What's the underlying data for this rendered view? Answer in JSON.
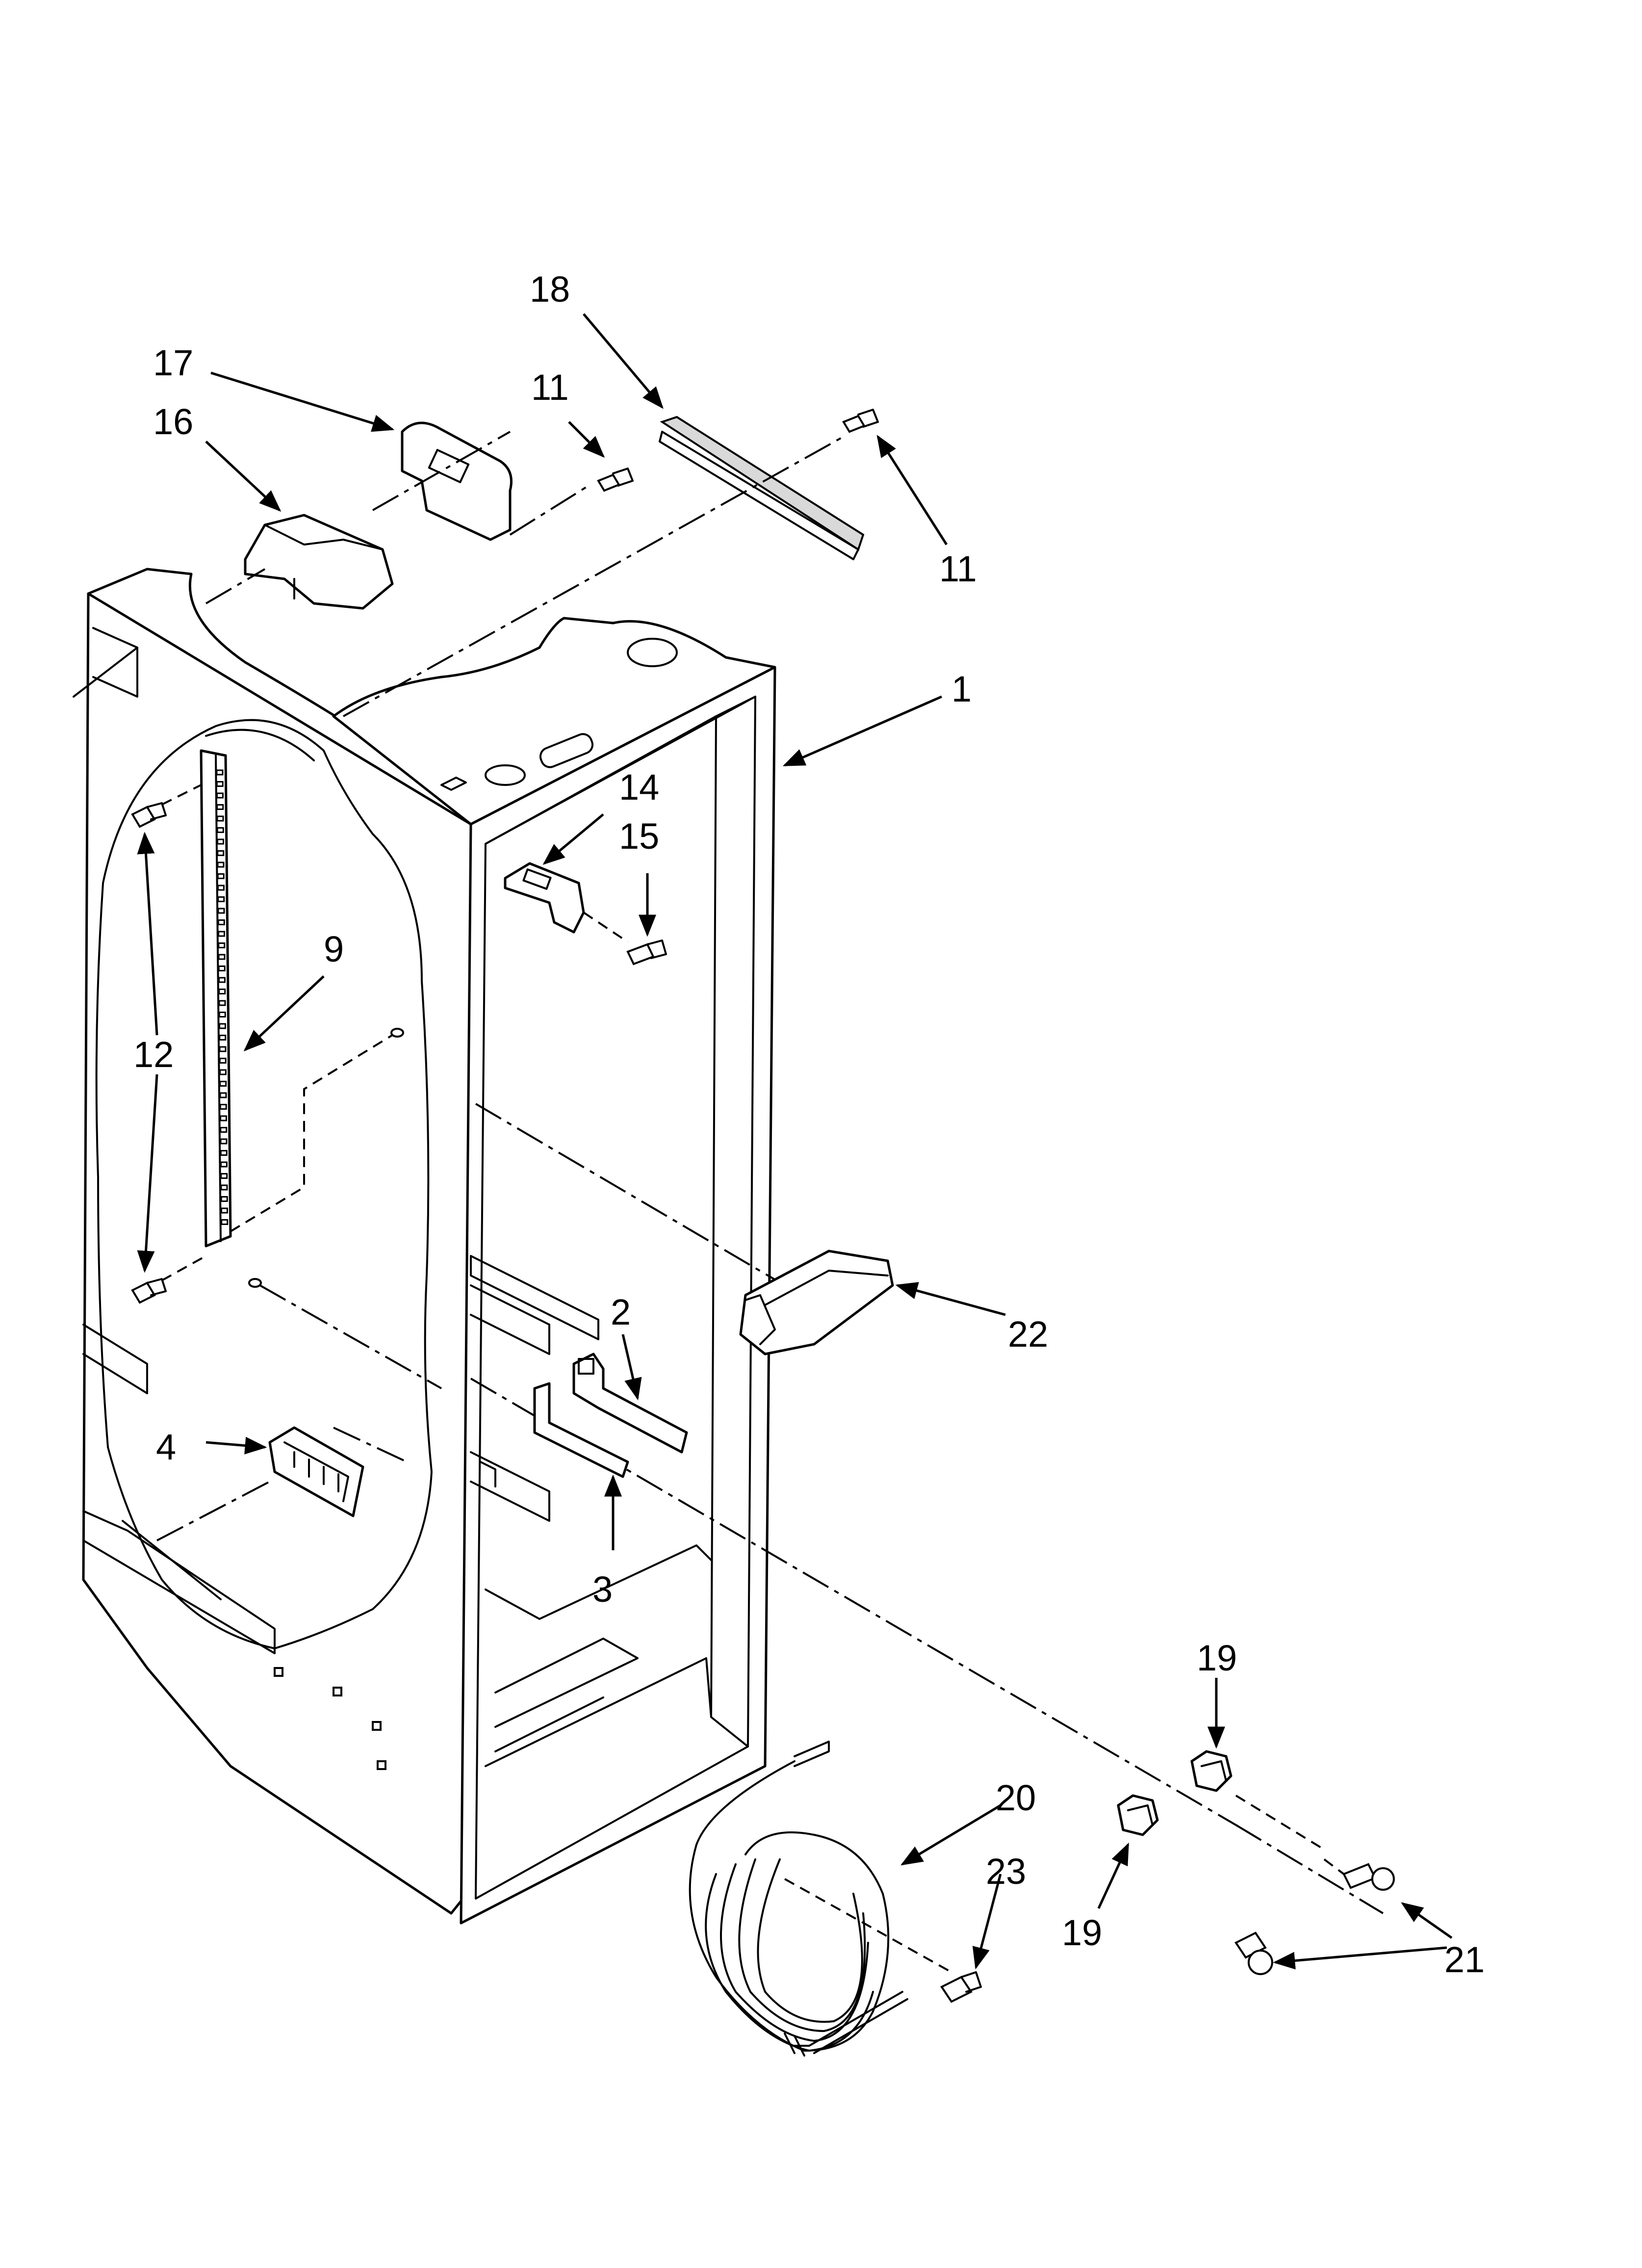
{
  "callouts": [
    {
      "id": "c18",
      "label": "18"
    },
    {
      "id": "c17",
      "label": "17"
    },
    {
      "id": "c11a",
      "label": "11"
    },
    {
      "id": "c16",
      "label": "16"
    },
    {
      "id": "c11b",
      "label": "11"
    },
    {
      "id": "c1",
      "label": "1"
    },
    {
      "id": "c14",
      "label": "14"
    },
    {
      "id": "c15",
      "label": "15"
    },
    {
      "id": "c9",
      "label": "9"
    },
    {
      "id": "c12",
      "label": "12"
    },
    {
      "id": "c2",
      "label": "2"
    },
    {
      "id": "c22",
      "label": "22"
    },
    {
      "id": "c4",
      "label": "4"
    },
    {
      "id": "c3",
      "label": "3"
    },
    {
      "id": "c19a",
      "label": "19"
    },
    {
      "id": "c20",
      "label": "20"
    },
    {
      "id": "c23",
      "label": "23"
    },
    {
      "id": "c19b",
      "label": "19"
    },
    {
      "id": "c21",
      "label": "21"
    }
  ]
}
